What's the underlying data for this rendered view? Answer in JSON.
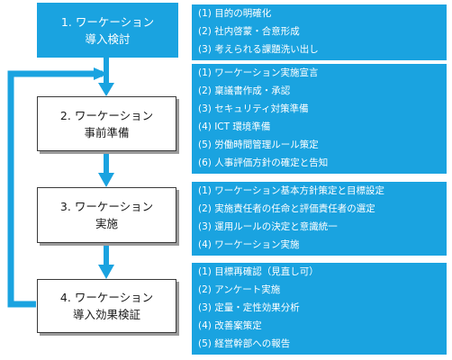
{
  "steps": [
    {
      "line1": "1. ワーケーション",
      "line2": "導入検討"
    },
    {
      "line1": "2. ワーケーション",
      "line2": "事前準備"
    },
    {
      "line1": "3. ワーケーション",
      "line2": "実施"
    },
    {
      "line1": "4. ワーケーション",
      "line2": "導入効果検証"
    }
  ],
  "groups": [
    {
      "items": [
        "(1) 目的の明確化",
        "(2) 社内啓蒙・合意形成",
        "(3) 考えられる課題洗い出し"
      ]
    },
    {
      "items": [
        "(1) ワーケーション実施宣言",
        "(2) 稟議書作成・承認",
        "(3) セキュリティ対策準備",
        "(4) ICT 環境準備",
        "(5) 労働時間管理ルール策定",
        "(6) 人事評価方針の確定と告知"
      ]
    },
    {
      "items": [
        "(1) ワーケーション基本方針策定と目標設定",
        "(2) 実施責任者の任命と評価責任者の選定",
        "(3) 運用ルールの決定と意識統一",
        "(4) ワーケーション実施"
      ]
    },
    {
      "items": [
        "(1) 目標再確認（見直し可）",
        "(2) アンケート実施",
        "(3) 定量・定性効果分析",
        "(4) 改善案策定",
        "(5) 経営幹部への報告"
      ]
    }
  ],
  "colors": {
    "accent": "#1aa3e0",
    "border": "#3a3a3a",
    "shadow": "#9a9a9a"
  }
}
